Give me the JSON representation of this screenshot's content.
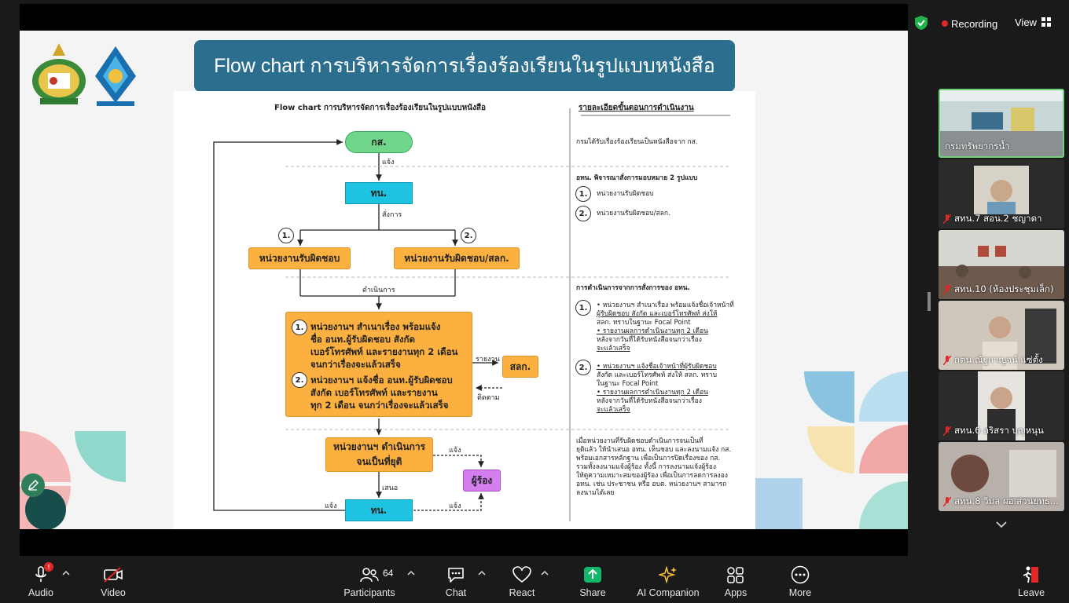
{
  "status": {
    "recording_label": "Recording",
    "view_label": "View"
  },
  "slide": {
    "title": "Flow chart การบริหารจัดการเรื่องร้องเรียนในรูปแบบหนังสือ",
    "doc_title": "Flow chart การบริหารจัดการเรื่องร้องเรียนในรูปแบบหนังสือ",
    "right_heading": "รายละเอียดขั้นตอนการดำเนินงาน",
    "nodes": {
      "start": "กส.",
      "tn1": "ทน.",
      "unit_a": "หน่วยงานรับผิดชอบ",
      "unit_b": "หน่วยงานรับผิดชอบ/สลก.",
      "slk": "สลก.",
      "unit_final": "หน่วยงานฯ ดำเนินการ",
      "unit_final2": "จนเป็นที่ยุติ",
      "complainant": "ผู้ร้อง",
      "tn2": "ทน."
    },
    "edge_labels": {
      "notify1": "แจ้ง",
      "order": "สั่งการ",
      "proceed": "ดำเนินการ",
      "report": "รายงาน",
      "follow": "ติดตาม",
      "notify2": "แจ้ง",
      "propose": "เสนอ",
      "notify3": "แจ้ง",
      "notify4": "แจ้ง"
    },
    "nums": {
      "n1": "1.",
      "n2": "2."
    },
    "bigbox": {
      "p1": [
        "หน่วยงานฯ สำเนาเรื่อง พร้อมแจ้ง",
        "ชื่อ อนท.ผู้รับผิดชอบ สังกัด",
        "เบอร์โทรศัพท์ และรายงานทุก 2 เดือน",
        "จนกว่าเรื่องจะแล้วเสร็จ"
      ],
      "p2": [
        "หน่วยงานฯ แจ้งชื่อ อนท.ผู้รับผิดชอบ",
        "สังกัด เบอร์โทรศัพท์ และรายงาน",
        "ทุก 2 เดือน จนกว่าเรื่องจะแล้วเสร็จ"
      ]
    },
    "right": {
      "s1": "กรมได้รับเรื่องร้องเรียนเป็นหนังสือจาก กส.",
      "s2_head": "อทน. พิจารณาสั่งการมอบหมาย 2 รูปแบบ",
      "s2_1": "หน่วยงานรับผิดชอบ",
      "s2_2": "หน่วยงานรับผิดชอบ/สลก.",
      "s3_head": "การดำเนินการจากการสั่งการของ อทน.",
      "s3_1": [
        "• หน่วยงานฯ สำเนาเรื่อง พร้อมแจ้งชื่อเจ้าหน้าที่",
        "ผู้รับผิดชอบ สังกัด และเบอร์โทรศัพท์ ส่งให้",
        "สลก. ทราบในฐานะ Focal Point",
        "• รายงานผลการดำเนินงานทุก 2 เดือน",
        "หลังจากวันที่ได้รับหนังสือจนกว่าเรื่อง",
        "จะแล้วเสร็จ"
      ],
      "s3_2": [
        "• หน่วยงานฯ แจ้งชื่อเจ้าหน้าที่ผู้รับผิดชอบ",
        "สังกัด และเบอร์โทรศัพท์ ส่งให้ สลก. ทราบ",
        "ในฐานะ Focal Point",
        "• รายงานผลการดำเนินงานทุก 2 เดือน",
        "หลังจากวันที่ได้รับหนังสือจนกว่าเรื่อง",
        "จะแล้วเสร็จ"
      ],
      "s4": [
        "เมื่อหน่วยงานที่รับผิดชอบดำเนินการจนเป็นที่",
        "ยุติแล้ว ให้นำเสนอ อทน. เห็นชอบ และลงนามแจ้ง กส.",
        "พร้อมเอกสารหลักฐาน เพื่อเป็นการปิดเรื่องของ กส.",
        "รวมทั้งลงนามแจ้งผู้ร้อง ทั้งนี้ การลงนามแจ้งผู้ร้อง",
        "ให้ดูความเหมาะสมของผู้ร้อง เพื่อเป็นการลดการลงอง",
        "อทน. เช่น ประชาชน หรือ อบต. หน่วยงานฯ สามารถ",
        "ลงนามได้เลย"
      ]
    }
  },
  "gallery": [
    {
      "name": "กรมทรัพยากรน้ำ",
      "muted": false
    },
    {
      "name": "สทน.7 สอน.2 ชญาดา",
      "muted": true
    },
    {
      "name": "สทน.10 (ห้องประชุมเล็ก)",
      "muted": true
    },
    {
      "name": "กตน.ณัฐกาญจน์ แซ่ตั้ง",
      "muted": true
    },
    {
      "name": "สทน.6 อริสรา บุญหนุน",
      "muted": true
    },
    {
      "name": "สทน.8 วิมล ผอ.ส่วนยุทธ...",
      "muted": true
    }
  ],
  "toolbar": {
    "audio": "Audio",
    "audio_badge": "!",
    "video": "Video",
    "participants": "Participants",
    "participant_count": "64",
    "chat": "Chat",
    "react": "React",
    "share": "Share",
    "ai": "AI Companion",
    "apps": "Apps",
    "more": "More",
    "leave": "Leave"
  },
  "colors": {
    "banner": "#2c6e8e",
    "share_green": "#12b76a",
    "record_red": "#e02828",
    "active_tile": "#6fd47a"
  }
}
